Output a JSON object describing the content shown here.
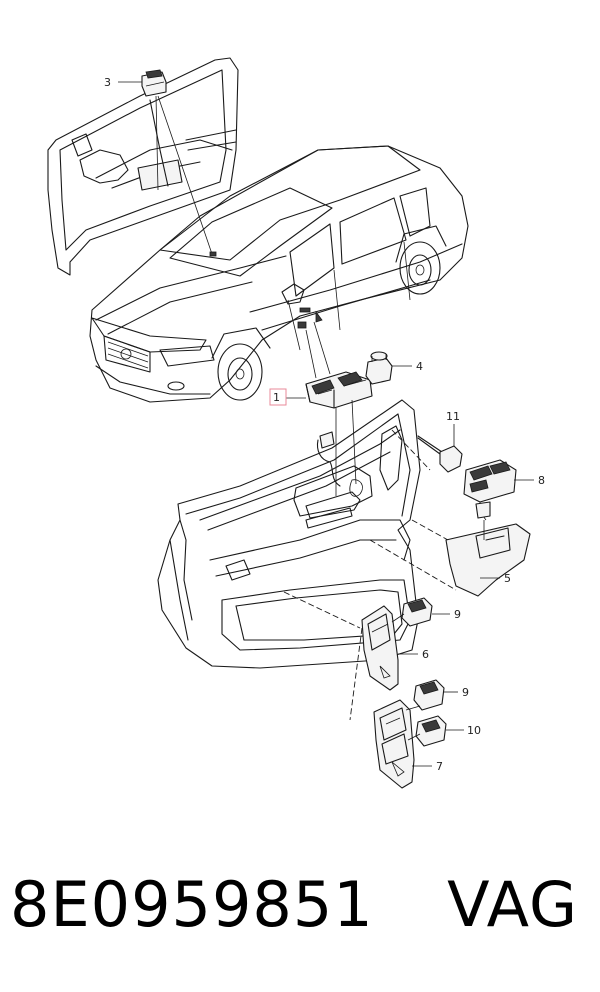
{
  "diagram": {
    "callouts": [
      {
        "id": "c1",
        "label": "1"
      },
      {
        "id": "c3",
        "label": "3"
      },
      {
        "id": "c4",
        "label": "4"
      },
      {
        "id": "c5",
        "label": "5"
      },
      {
        "id": "c6",
        "label": "6"
      },
      {
        "id": "c7",
        "label": "7"
      },
      {
        "id": "c8",
        "label": "8"
      },
      {
        "id": "c9a",
        "label": "9"
      },
      {
        "id": "c9b",
        "label": "9"
      },
      {
        "id": "c10",
        "label": "10"
      },
      {
        "id": "c11",
        "label": "11"
      }
    ],
    "highlight_color": "#e88a9a"
  },
  "footer": {
    "part_number": "8E0959851",
    "brand": "VAG"
  }
}
